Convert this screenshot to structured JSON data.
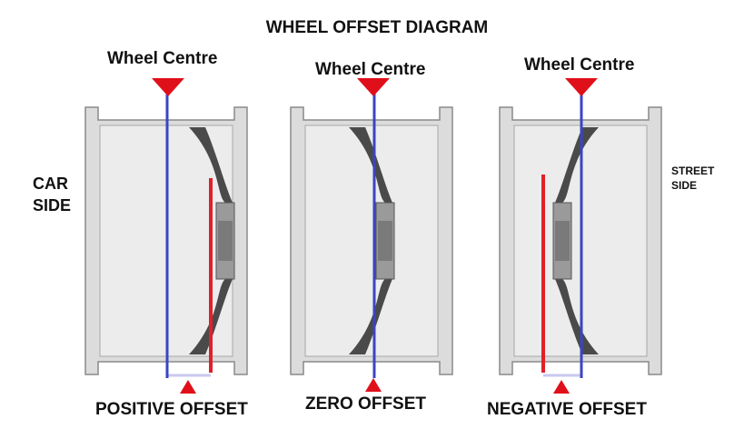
{
  "title": "WHEEL OFFSET DIAGRAM",
  "wheel_centre_label": "Wheel Centre",
  "car_side": [
    "CAR",
    "SIDE"
  ],
  "street_side": [
    "STREET",
    "SIDE"
  ],
  "wheels": [
    {
      "id": "positive",
      "caption": "POSITIVE OFFSET"
    },
    {
      "id": "zero",
      "caption": "ZERO OFFSET"
    },
    {
      "id": "negative",
      "caption": "NEGATIVE OFFSET"
    }
  ],
  "colors": {
    "centre_line": "#3b44c4",
    "mount_line": "#e0202a",
    "marker": "#e0101a",
    "rim_fill": "#dcdcdc",
    "rim_stroke": "#8a8a8a",
    "spoke": "#4a4a4a"
  }
}
